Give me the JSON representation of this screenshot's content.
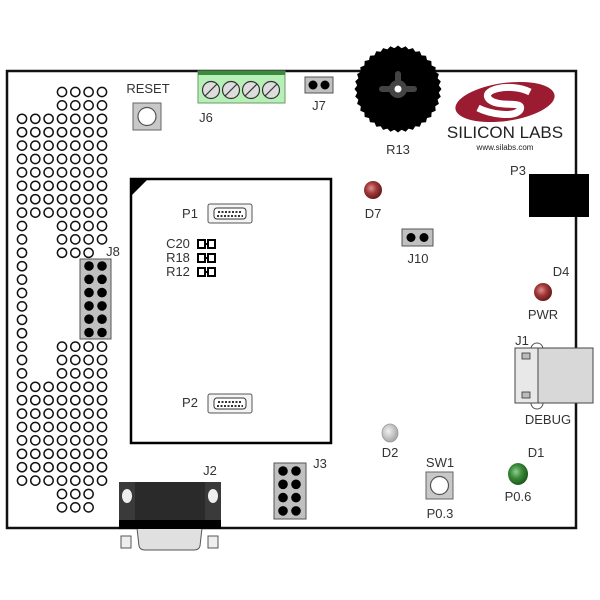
{
  "board": {
    "logo": {
      "name": "SILICON LABS",
      "url": "www.silabs.com"
    },
    "labels": {
      "reset": "RESET",
      "j6": "J6",
      "j7": "J7",
      "r13": "R13",
      "p3": "P3",
      "d7": "D7",
      "j10": "J10",
      "d4": "D4",
      "pwr": "PWR",
      "j1": "J1",
      "debug": "DEBUG",
      "d2": "D2",
      "sw1": "SW1",
      "p03": "P0.3",
      "d1": "D1",
      "p06": "P0.6",
      "j2": "J2",
      "j3": "J3",
      "j8": "J8",
      "p1": "P1",
      "p2": "P2",
      "c20": "C20",
      "r18": "R18",
      "r12": "R12"
    },
    "colors": {
      "led_red": "#8b2a2a",
      "led_green": "#2e7d32",
      "led_off": "#c8c8c8",
      "terminal_green": "#b7f0b7",
      "logo_red": "#9b1b30",
      "header_gray": "#c0c0c0"
    }
  }
}
